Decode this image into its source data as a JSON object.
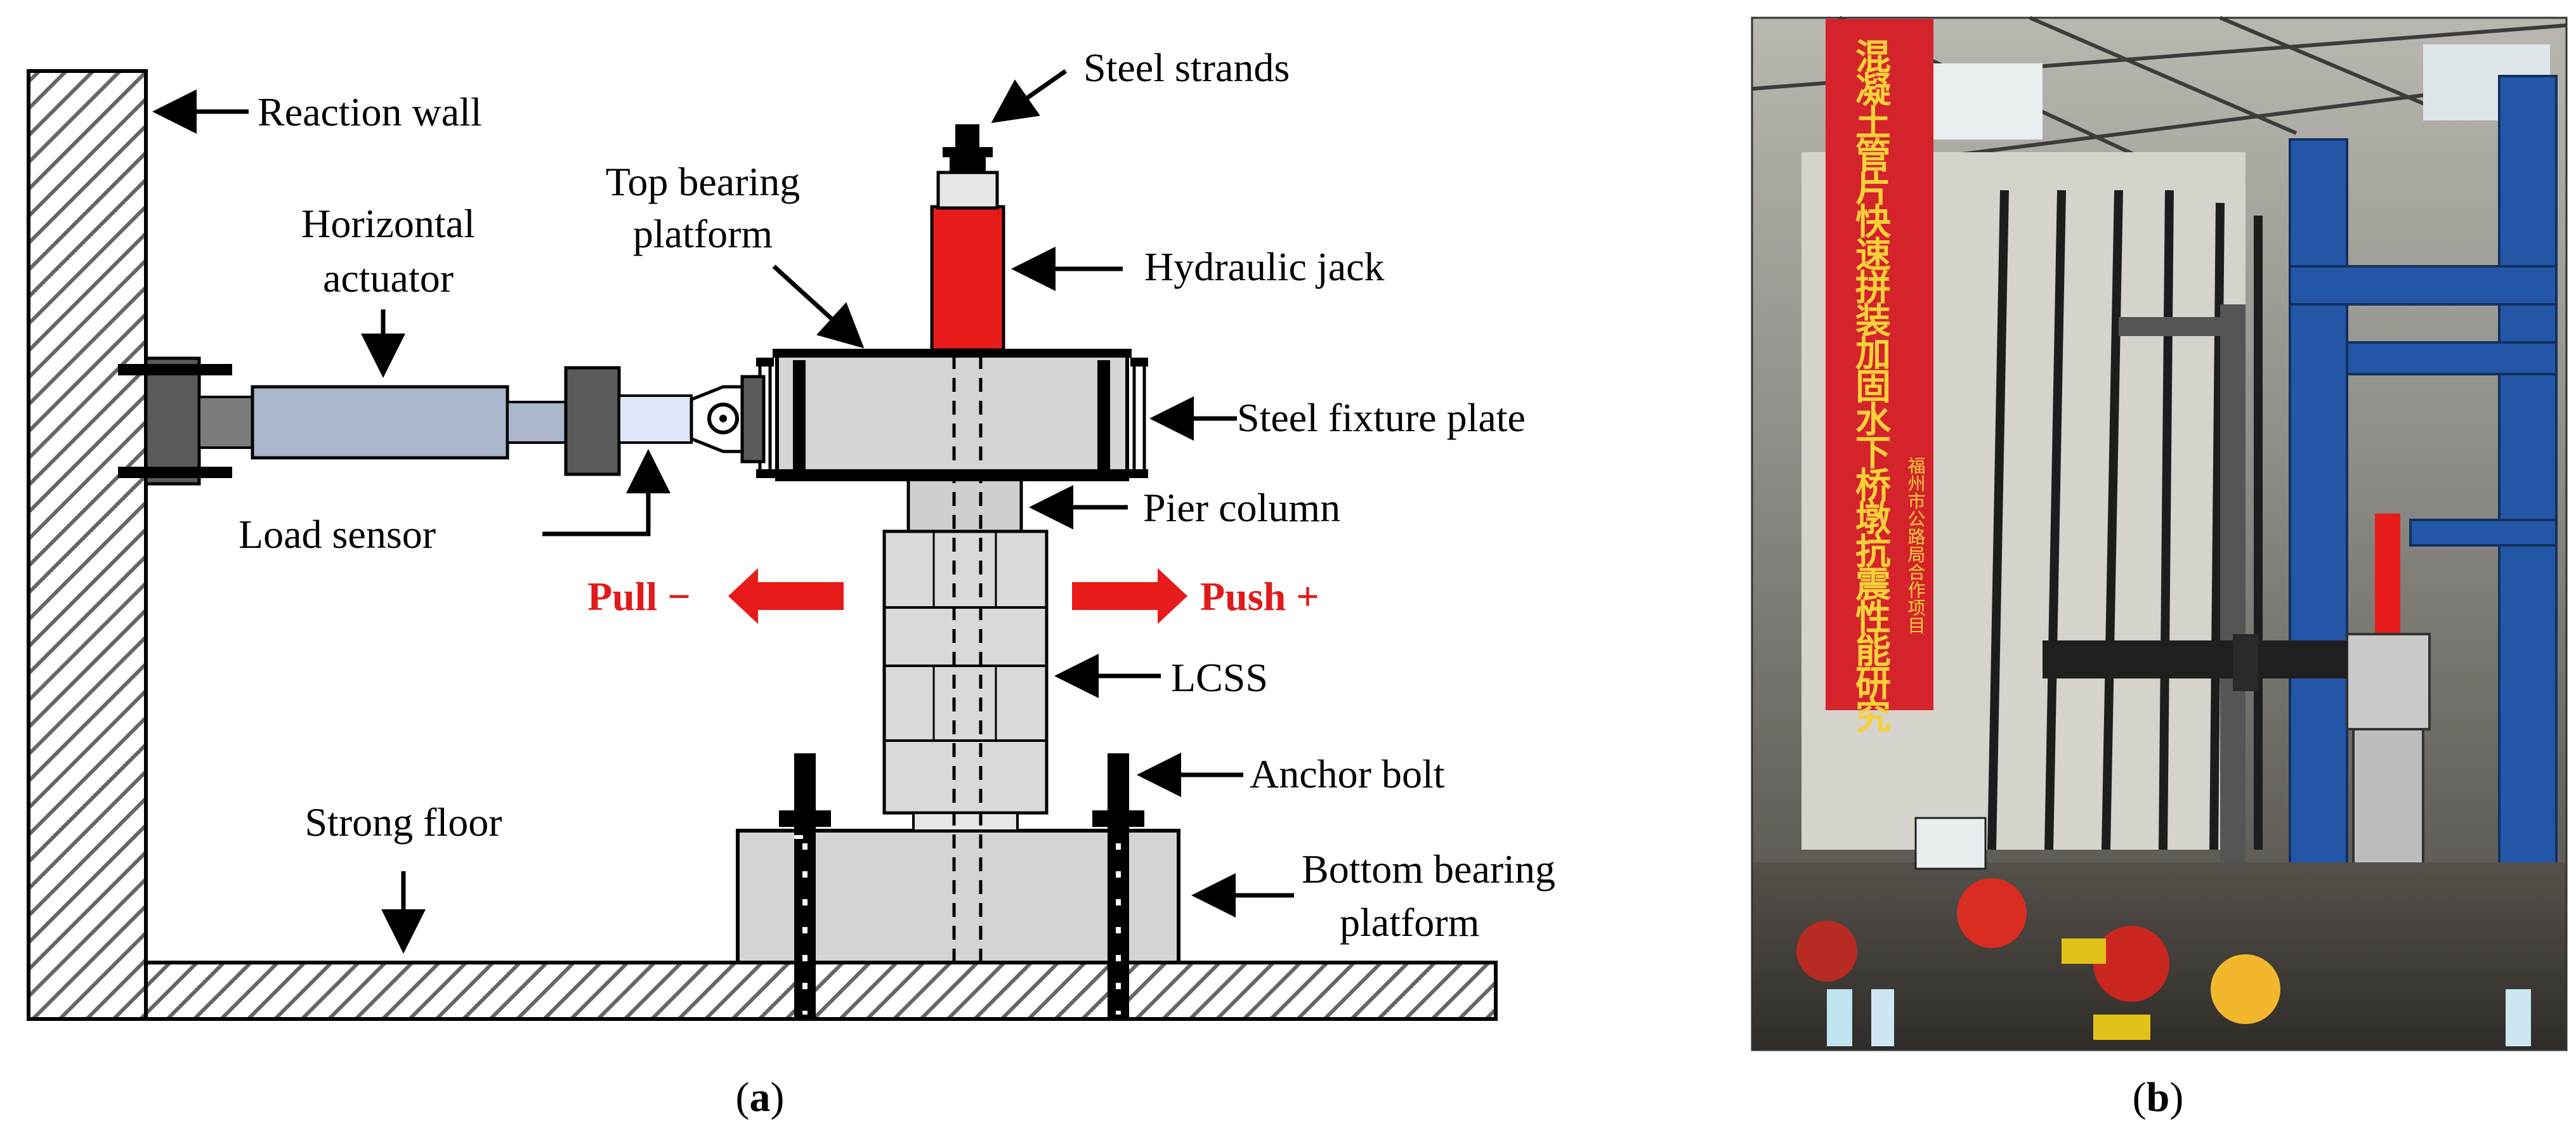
{
  "labels": {
    "reaction_wall": "Reaction wall",
    "horizontal_actuator_line1": "Horizontal",
    "horizontal_actuator_line2": "actuator",
    "load_sensor": "Load sensor",
    "top_bearing_line1": "Top bearing",
    "top_bearing_line2": "platform",
    "steel_strands": "Steel strands",
    "hydraulic_jack": "Hydraulic jack",
    "steel_fixture_plate": "Steel fixture plate",
    "pier_column": "Pier column",
    "pull": "Pull −",
    "push": "Push +",
    "lcss": "LCSS",
    "anchor_bolt": "Anchor bolt",
    "strong_floor": "Strong floor",
    "bottom_bearing_line1": "Bottom bearing",
    "bottom_bearing_line2": "platform"
  },
  "captions": {
    "a_open": "(",
    "a_letter": "a",
    "a_close": ")",
    "b_open": "(",
    "b_letter": "b",
    "b_close": ")"
  },
  "photo": {
    "banner_text": "混凝土管片快速拼装加固水下桥墩抗震性能研究",
    "banner_sub": "福州市公路局合作项目"
  },
  "colors": {
    "jack_red": "#e81b1b",
    "arrow_red": "#e81b1b",
    "actuator_blue": "#a9b6cc",
    "sensor_blue": "#dde7f5",
    "block_gray": "#d4d4d4",
    "dark_gray": "#5a5a5a",
    "frame_blue": "#2456a8"
  }
}
